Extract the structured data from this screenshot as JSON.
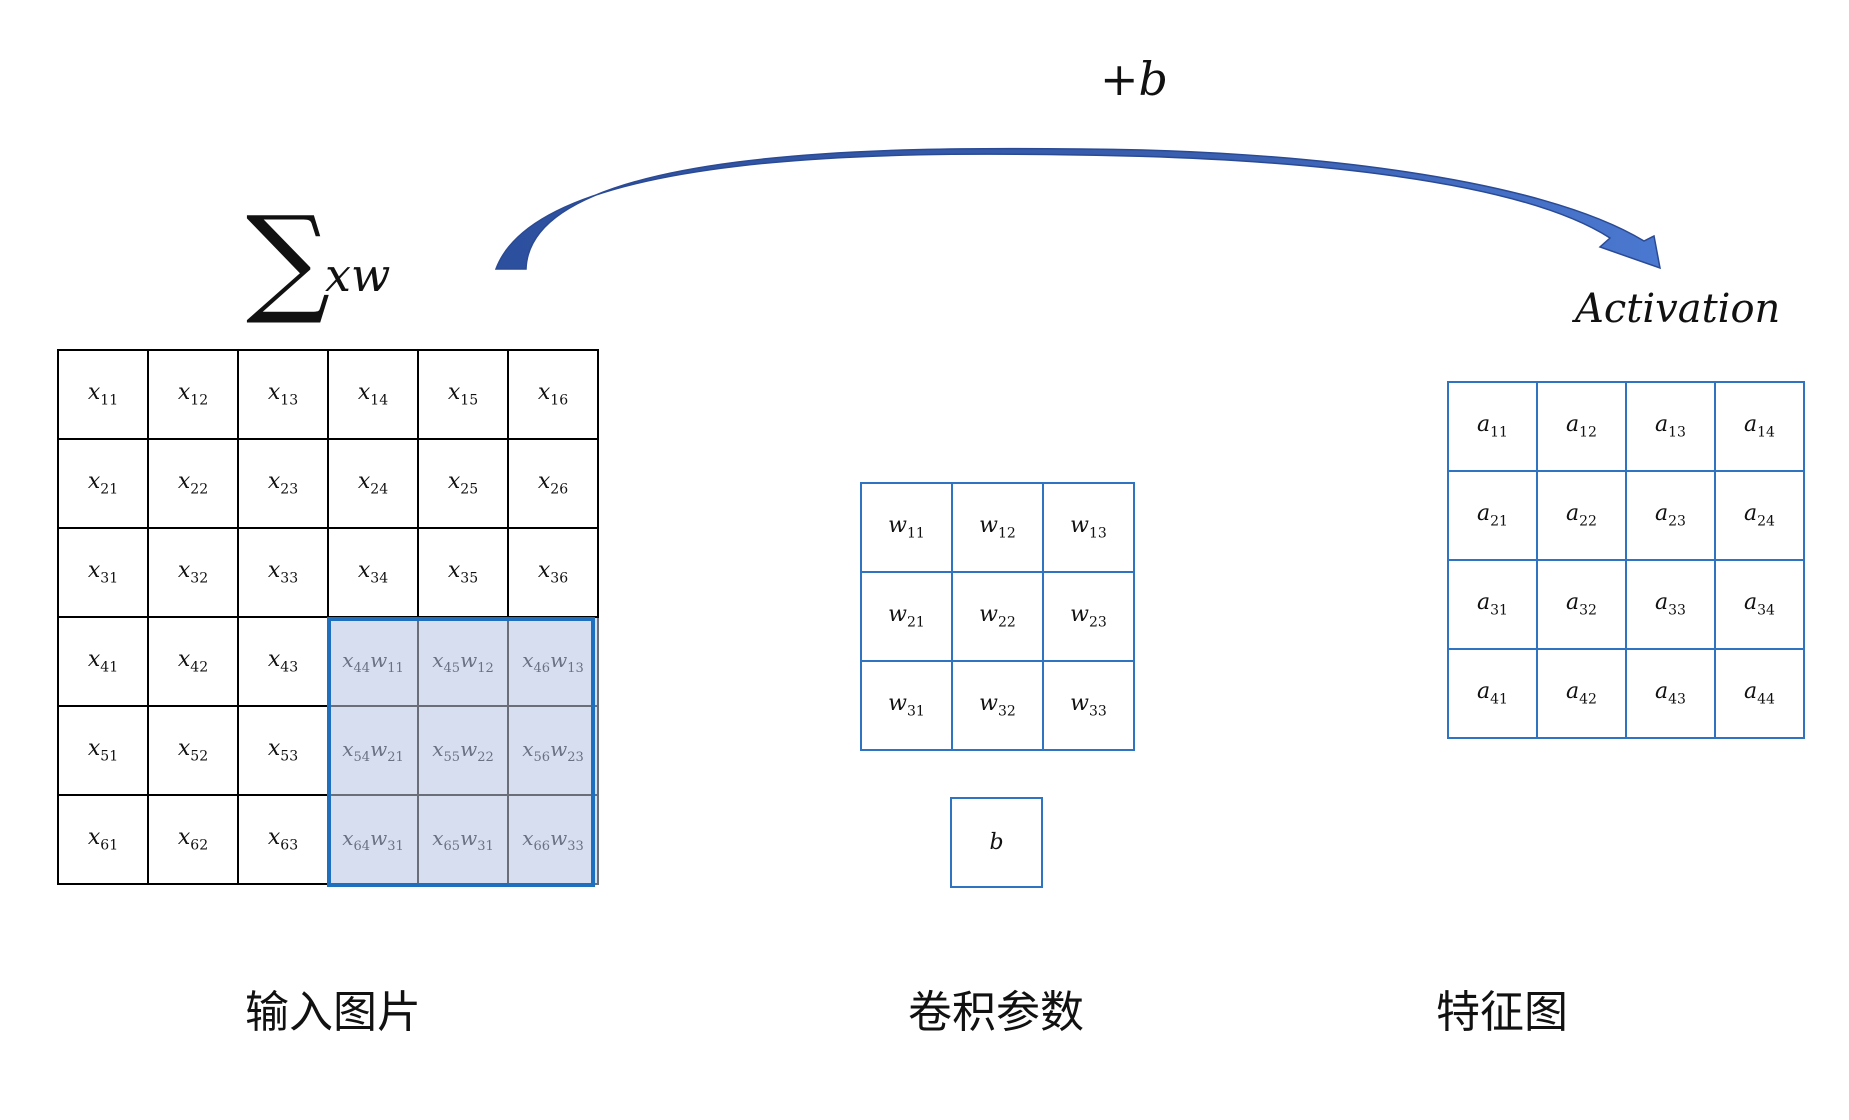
{
  "input": {
    "rows": [
      [
        "x11",
        "x12",
        "x13",
        "x14",
        "x15",
        "x16"
      ],
      [
        "x21",
        "x22",
        "x23",
        "x24",
        "x25",
        "x26"
      ],
      [
        "x31",
        "x32",
        "x33",
        "x34",
        "x35",
        "x36"
      ],
      [
        "x41",
        "x42",
        "x43",
        "x44w11",
        "x45w12",
        "x46w13"
      ],
      [
        "x51",
        "x52",
        "x53",
        "x54w21",
        "x55w22",
        "x56w23"
      ],
      [
        "x61",
        "x62",
        "x63",
        "x64w31",
        "x65w31",
        "x66w33"
      ]
    ],
    "highlight_color": "#d6deef",
    "highlight_border": "#1f6fbf",
    "caption": "输入图片"
  },
  "kernel": {
    "rows": [
      [
        "w11",
        "w12",
        "w13"
      ],
      [
        "w21",
        "w22",
        "w23"
      ],
      [
        "w31",
        "w32",
        "w33"
      ]
    ],
    "bias": "b",
    "caption": "卷积参数",
    "border_color": "#2f74c0"
  },
  "feature": {
    "rows": [
      [
        "a11",
        "a12",
        "a13",
        "a14"
      ],
      [
        "a21",
        "a22",
        "a23",
        "a24"
      ],
      [
        "a31",
        "a32",
        "a33",
        "a34"
      ],
      [
        "a41",
        "a42",
        "a43",
        "a44"
      ]
    ],
    "caption": "特征图"
  },
  "annotations": {
    "sum_symbol": "∑",
    "sum_text": "xw",
    "plus_bias": "+b",
    "activation": "Activation"
  },
  "arrow_color": "#3a5fb0"
}
